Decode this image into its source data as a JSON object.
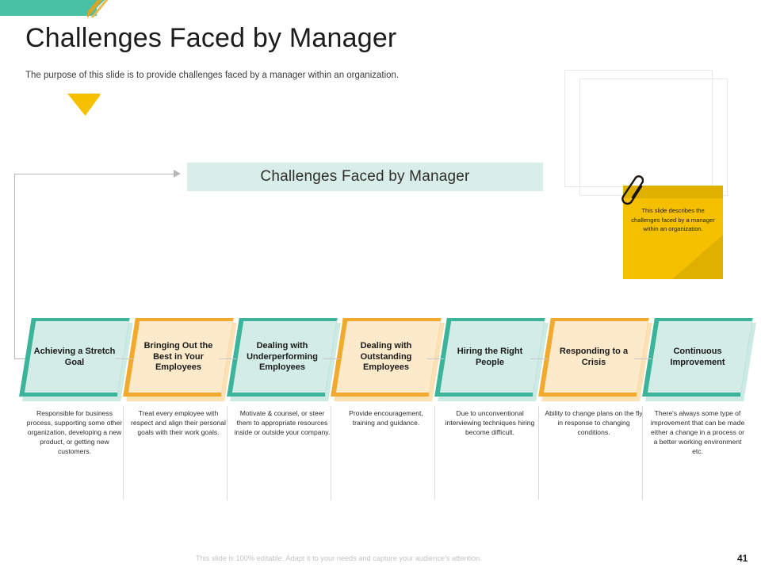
{
  "header": {
    "title": "Challenges Faced by Manager",
    "subtitle": "The purpose of this slide is to provide challenges faced by a manager within an organization."
  },
  "center_banner": {
    "label": "Challenges Faced by Manager"
  },
  "sticky_note": {
    "text": "This slide describes the challenges faced by a manager within an organization.",
    "icon": "paperclip-icon",
    "color": "#f5c000"
  },
  "colors": {
    "teal": "#3cb49a",
    "teal_fill": "#d3ece6",
    "orange": "#f2aa2e",
    "orange_fill": "#fdeacb",
    "banner_fill": "#d9eee8",
    "accent_gold": "#d9a525"
  },
  "cards": [
    {
      "title": "Achieving a Stretch Goal",
      "variant": "teal",
      "description": "Responsible for business process, supporting some other organization, developing a new product, or getting new customers."
    },
    {
      "title": "Bringing Out the Best in Your Employees",
      "variant": "orange",
      "description": "Treat every employee with respect and align their personal goals with their work goals."
    },
    {
      "title": "Dealing with Underperforming Employees",
      "variant": "teal",
      "description": "Motivate & counsel, or steer them to appropriate resources inside or outside your company."
    },
    {
      "title": "Dealing with Outstanding Employees",
      "variant": "orange",
      "description": "Provide encouragement, training and guidance."
    },
    {
      "title": "Hiring the Right People",
      "variant": "teal",
      "description": "Due to unconventional interviewing techniques hiring become difficult."
    },
    {
      "title": "Responding to a Crisis",
      "variant": "orange",
      "description": "Ability to change plans on the fly in response to changing conditions."
    },
    {
      "title": "Continuous Improvement",
      "variant": "teal",
      "description": "There's always some type of improvement that can be made either a change in a process or a better working environment etc."
    }
  ],
  "footer": {
    "note": "This slide is 100% editable. Adapt it to your needs and capture your audience's attention.",
    "page_number": "41"
  }
}
